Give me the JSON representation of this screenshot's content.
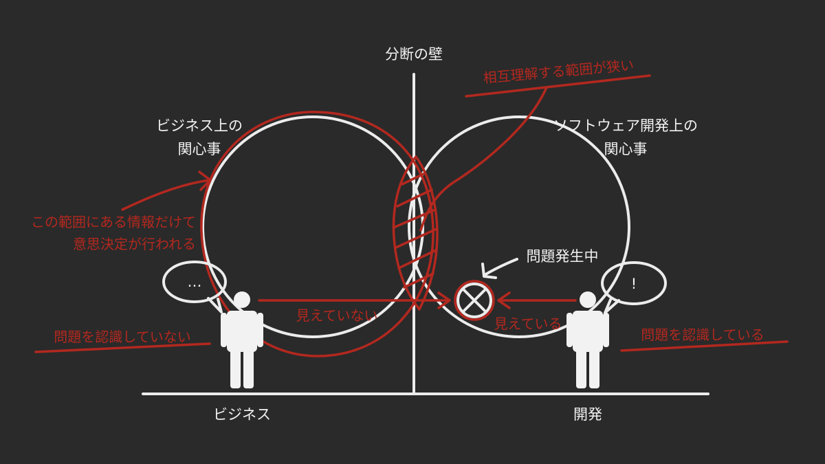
{
  "colors": {
    "background": "#2a2a2a",
    "chalk_white": "#ececec",
    "chalk_red": "#b3281f"
  },
  "labels": {
    "wall": "分断の壁",
    "mutual_understanding": "相互理解する範囲が狭い",
    "business_concern_1": "ビジネス上の",
    "business_concern_2": "関心事",
    "software_concern_1": "ソフトウェア開発上の",
    "software_concern_2": "関心事",
    "decision_1": "この範囲にある情報だけて",
    "decision_2": "意思決定が行われる",
    "problem_occurring": "問題発生中",
    "not_visible": "見えていない",
    "visible": "見えている",
    "not_recognized": "問題を認識していない",
    "recognized": "問題を認識している",
    "business": "ビジネス",
    "development": "開発",
    "bubble_business": "…",
    "bubble_dev": "!"
  },
  "icons": {
    "problem_marker": "circled-x-icon",
    "person": "person-icon",
    "speech_bubble": "speech-bubble-icon"
  }
}
